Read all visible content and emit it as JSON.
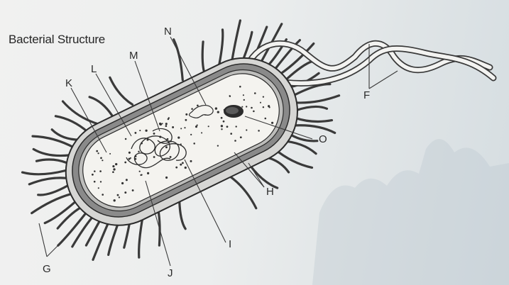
{
  "title": "Bacterial Structure",
  "labels": {
    "F": "F",
    "G": "G",
    "H": "H",
    "I": "I",
    "J": "J",
    "K": "K",
    "L": "L",
    "M": "M",
    "N": "N",
    "O": "O"
  },
  "colors": {
    "outline": "#2b2b2b",
    "cell_wall": "#8a8a8a",
    "capsule": "#c9c9c9",
    "cytoplasm": "#f4f3ef",
    "page": "#eceeee"
  }
}
